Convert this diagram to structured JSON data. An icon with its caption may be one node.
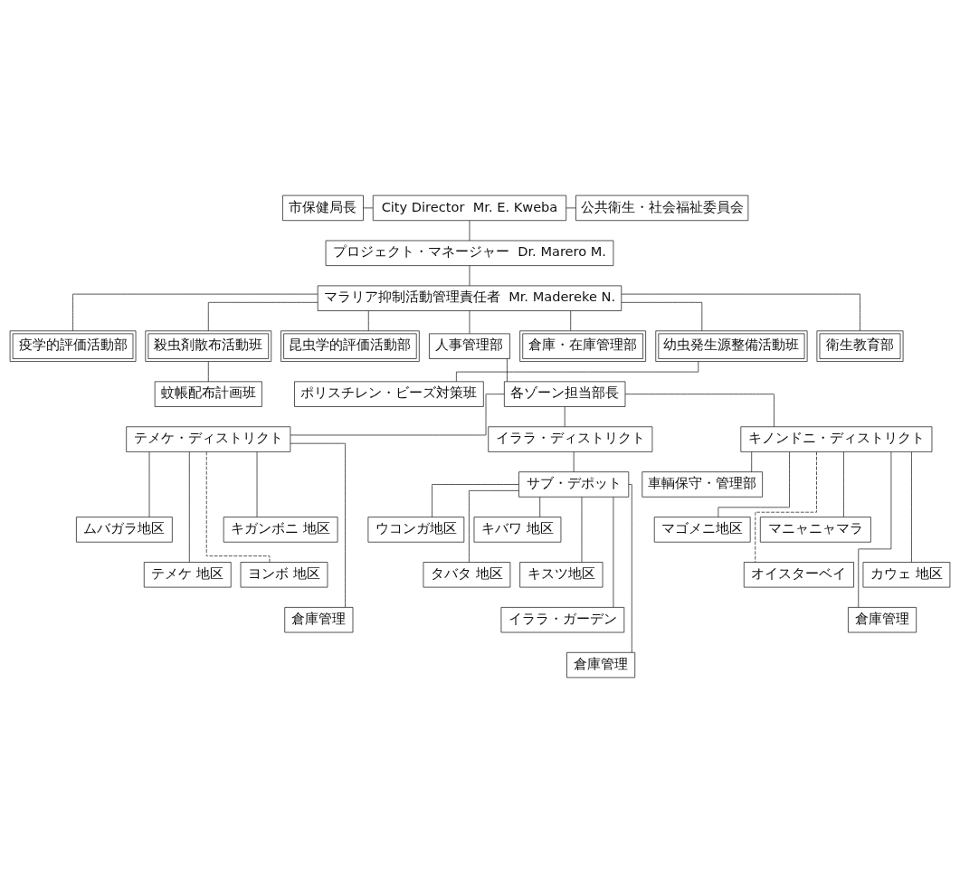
{
  "diagram": {
    "nodes": [
      {
        "text": [
          "City Director  Mr. E. Kweba"
        ]
      },
      {
        "text": [
          "市保健局長"
        ]
      },
      {
        "text": [
          "公共衛生・社会福祉委員会"
        ]
      },
      {
        "text": [
          "プロジェクト・マネージャー  Dr. Marero M."
        ]
      },
      {
        "text": [
          "マラリア抑制活動管理責任者  Mr. Madereke N."
        ]
      },
      {
        "text": [
          "疫学的評価活動部"
        ]
      },
      {
        "text": [
          "昆虫学的評価活動部"
        ]
      },
      {
        "text": [
          "人事管理部"
        ]
      },
      {
        "text": [
          "倉庫・在庫管理部"
        ]
      },
      {
        "text": [
          "衛生教育部"
        ]
      },
      {
        "text": [
          "殺虫剤散布活動班"
        ]
      },
      {
        "text": [
          "幼虫発生源整備活動班"
        ]
      },
      {
        "text": [
          "蚊帳配布計画班"
        ]
      },
      {
        "text": [
          "各ゾーン担当部長"
        ]
      },
      {
        "text": [
          "ポリスチレン・ビーズ対策班"
        ]
      },
      {
        "text": [
          "テメケ・ディストリクト"
        ]
      },
      {
        "text": [
          "イララ・ディストリクト"
        ]
      },
      {
        "text": [
          "キノンドニ・ディストリクト"
        ]
      },
      {
        "text": [
          "サブ・デポット"
        ]
      },
      {
        "text": [
          "車輌保守・管理部"
        ]
      },
      {
        "text": [
          "ムバガラ地区"
        ]
      },
      {
        "text": [
          "キガンボニ 地区"
        ]
      },
      {
        "text": [
          "テメケ 地区"
        ]
      },
      {
        "text": [
          "ヨンボ 地区"
        ]
      },
      {
        "text": [
          "倉庫管理"
        ]
      },
      {
        "text": [
          "キバワ 地区"
        ]
      },
      {
        "text": [
          "ウコンガ地区"
        ]
      },
      {
        "text": [
          "キスツ地区"
        ]
      },
      {
        "text": [
          "タバタ 地区"
        ]
      },
      {
        "text": [
          "イララ・ガーデン"
        ]
      },
      {
        "text": [
          "倉庫管理"
        ]
      },
      {
        "text": [
          "マニャニャマラ"
        ]
      },
      {
        "text": [
          "マゴメニ地区"
        ]
      },
      {
        "text": [
          "カウェ 地区"
        ]
      },
      {
        "text": [
          "オイスターベイ"
        ]
      },
      {
        "text": [
          "倉庫管理"
        ]
      }
    ],
    "edges": [
      {
        "from": 1,
        "to": 0,
        "arrow": "none"
      },
      {
        "from": 0,
        "to": 2,
        "arrow": "none"
      },
      {
        "from": 0,
        "to": 3,
        "arrow": "none"
      },
      {
        "from": 3,
        "to": 4,
        "arrow": "none"
      },
      {
        "from": 4,
        "to": 5,
        "arrow": "none"
      },
      {
        "from": 4,
        "to": 10,
        "arrow": "none"
      },
      {
        "from": 4,
        "to": 6,
        "arrow": "none"
      },
      {
        "from": 4,
        "to": 7,
        "arrow": "none"
      },
      {
        "from": 4,
        "to": 8,
        "arrow": "none"
      },
      {
        "from": 4,
        "to": 11,
        "arrow": "none"
      },
      {
        "from": 4,
        "to": 9,
        "arrow": "none"
      },
      {
        "from": 10,
        "to": 12,
        "arrow": "none"
      },
      {
        "from": 7,
        "to": 13,
        "arrow": "none"
      },
      {
        "from": 11,
        "to": 14,
        "arrow": "none"
      },
      {
        "from": 13,
        "to": 15,
        "arrow": "none"
      },
      {
        "from": 13,
        "to": 16,
        "arrow": "none"
      },
      {
        "from": 13,
        "to": 17,
        "arrow": "none"
      },
      {
        "from": 16,
        "to": 18,
        "arrow": "none"
      },
      {
        "from": 17,
        "to": 19,
        "arrow": "none"
      },
      {
        "from": 15,
        "to": 20,
        "arrow": "none"
      },
      {
        "from": 15,
        "to": 21,
        "arrow": "none"
      },
      {
        "from": 15,
        "to": 22,
        "arrow": "none"
      },
      {
        "from": 15,
        "to": 23,
        "arrow": "none",
        "style": "dashed"
      },
      {
        "from": 15,
        "to": 24,
        "arrow": "none"
      },
      {
        "from": 18,
        "to": 25,
        "arrow": "none"
      },
      {
        "from": 18,
        "to": 26,
        "arrow": "none"
      },
      {
        "from": 18,
        "to": 27,
        "arrow": "none"
      },
      {
        "from": 18,
        "to": 28,
        "arrow": "none"
      },
      {
        "from": 18,
        "to": 29,
        "arrow": "none"
      },
      {
        "from": 18,
        "to": 30,
        "arrow": "none"
      },
      {
        "from": 17,
        "to": 31,
        "arrow": "none"
      },
      {
        "from": 17,
        "to": 32,
        "arrow": "none"
      },
      {
        "from": 17,
        "to": 33,
        "arrow": "none"
      },
      {
        "from": 17,
        "to": 34,
        "arrow": "none",
        "style": "dashed"
      },
      {
        "from": 17,
        "to": 35,
        "arrow": "none"
      }
    ]
  }
}
